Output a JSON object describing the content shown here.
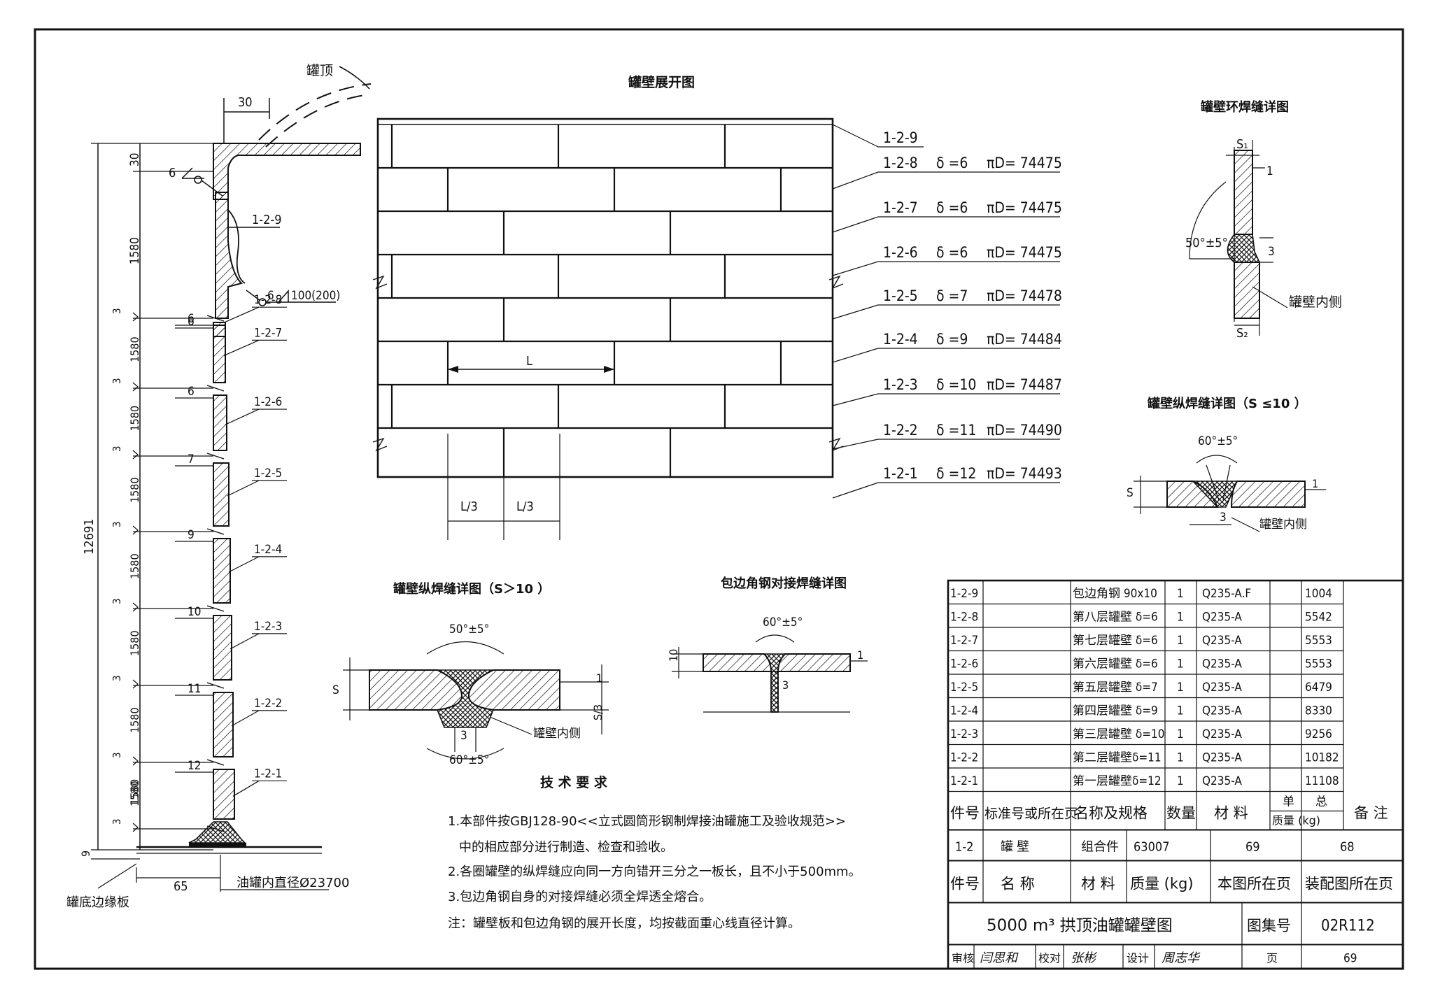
{
  "titles": {
    "tank_roof": "罐顶",
    "expansion": "罐壁展开图",
    "ring_weld": "罐壁环焊缝详图",
    "long_weld_small": "罐壁纵焊缝详图（S ≤10 ）",
    "long_weld_large": "罐壁纵焊缝详图（S＞10 ）",
    "angle_weld": "包边角钢对接焊缝详图",
    "tech_title": "技 术 要 求"
  },
  "section": {
    "dim_30_top": "30",
    "dim_30_side": "30",
    "dim_1580": "1580",
    "dim_3": "3",
    "dim_total": "12691",
    "dim_9": "9",
    "dim_65": "65",
    "weld_note_top": "6",
    "weld_note_bottom": "6",
    "weld_note_bottom_len": "100(200)",
    "bottom_plate": "罐底边缘板",
    "inner_diameter": "油罐内直径Ø23700",
    "courses": [
      {
        "tag": "1-2-9",
        "t": ""
      },
      {
        "tag": "1-2-8",
        "t": "6"
      },
      {
        "tag": "1-2-7",
        "t": "6"
      },
      {
        "tag": "1-2-6",
        "t": "6"
      },
      {
        "tag": "1-2-5",
        "t": "7"
      },
      {
        "tag": "1-2-4",
        "t": "9"
      },
      {
        "tag": "1-2-3",
        "t": "10"
      },
      {
        "tag": "1-2-2",
        "t": "11"
      },
      {
        "tag": "1-2-1",
        "t": "12"
      }
    ]
  },
  "expansion": {
    "L": "L",
    "L3a": "L/3",
    "L3b": "L/3",
    "rows": [
      {
        "tag": "1-2-9",
        "delta": "",
        "pid": ""
      },
      {
        "tag": "1-2-8",
        "delta": "δ =6",
        "pid": "πD= 74475"
      },
      {
        "tag": "1-2-7",
        "delta": "δ =6",
        "pid": "πD= 74475"
      },
      {
        "tag": "1-2-6",
        "delta": "δ =6",
        "pid": "πD= 74475"
      },
      {
        "tag": "1-2-5",
        "delta": "δ =7",
        "pid": "πD= 74478"
      },
      {
        "tag": "1-2-4",
        "delta": "δ =9",
        "pid": "πD= 74484"
      },
      {
        "tag": "1-2-3",
        "delta": "δ =10",
        "pid": "πD= 74487"
      },
      {
        "tag": "1-2-2",
        "delta": "δ =11",
        "pid": "πD= 74490"
      },
      {
        "tag": "1-2-1",
        "delta": "δ =12",
        "pid": "πD= 74493"
      }
    ]
  },
  "details": {
    "s1": "S₁",
    "s2": "S₂",
    "one": "1",
    "three": "3",
    "angle_ring": "50°±5°",
    "inner_side": "罐壁内侧",
    "angle_small": "60°±5°",
    "s_label": "S",
    "angle_large_top": "50°±5°",
    "angle_large_bot": "60°±5°",
    "s3": "S/3",
    "angle_angle": "60°±5°",
    "ten": "10"
  },
  "notes": [
    "1.本部件按GBJ128-90<<立式圆筒形钢制焊接油罐施工及验收规范>>",
    "中的相应部分进行制造、检查和验收。",
    "2.各圈罐壁的纵焊缝应向同一方向错开三分之一板长，且不小于500mm。",
    "3.包边角钢自身的对接焊缝必须全焊透全熔合。",
    "注：罐壁板和包边角钢的展开长度，均按截面重心线直径计算。"
  ],
  "parts": [
    {
      "id": "1-2-9",
      "name": "包边角钢  90x10",
      "qty": "1",
      "mat": "Q235-A.F",
      "mass": "1004"
    },
    {
      "id": "1-2-8",
      "name": "第八层罐壁 δ=6",
      "qty": "1",
      "mat": "Q235-A",
      "mass": "5542"
    },
    {
      "id": "1-2-7",
      "name": "第七层罐壁 δ=6",
      "qty": "1",
      "mat": "Q235-A",
      "mass": "5553"
    },
    {
      "id": "1-2-6",
      "name": "第六层罐壁 δ=6",
      "qty": "1",
      "mat": "Q235-A",
      "mass": "5553"
    },
    {
      "id": "1-2-5",
      "name": "第五层罐壁 δ=7",
      "qty": "1",
      "mat": "Q235-A",
      "mass": "6479"
    },
    {
      "id": "1-2-4",
      "name": "第四层罐壁 δ=9",
      "qty": "1",
      "mat": "Q235-A",
      "mass": "8330"
    },
    {
      "id": "1-2-3",
      "name": "第三层罐壁 δ=10",
      "qty": "1",
      "mat": "Q235-A",
      "mass": "9256"
    },
    {
      "id": "1-2-2",
      "name": "第二层罐壁δ=11",
      "qty": "1",
      "mat": "Q235-A",
      "mass": "10182"
    },
    {
      "id": "1-2-1",
      "name": "第一层罐壁δ=12",
      "qty": "1",
      "mat": "Q235-A",
      "mass": "11108"
    }
  ],
  "table_header": {
    "id": "件号",
    "std": "标准号或所在页",
    "name": "名称及规格",
    "qty": "数量",
    "mat": "材  料",
    "unit": "单",
    "total": "总",
    "mass": "质量 (kg)",
    "remark": "备 注"
  },
  "title_block": {
    "row1": {
      "id": "1-2",
      "name": "罐  壁",
      "mat": "组合件",
      "mass": "63007",
      "page": "69",
      "asm": "68"
    },
    "row2": {
      "id": "件号",
      "name": "名    称",
      "mat": "材  料",
      "mass": "质量 (kg)",
      "page": "本图所在页",
      "asm": "装配图所在页"
    },
    "drawing_title": "5000 m³ 拱顶油罐罐壁图",
    "atlas_label": "图集号",
    "atlas": "02R112",
    "review": "审核",
    "review_sig": "闫思和",
    "check": "校对",
    "check_sig": "张彬",
    "design": "设计",
    "design_sig": "周志华",
    "page_label": "页",
    "page": "69"
  }
}
